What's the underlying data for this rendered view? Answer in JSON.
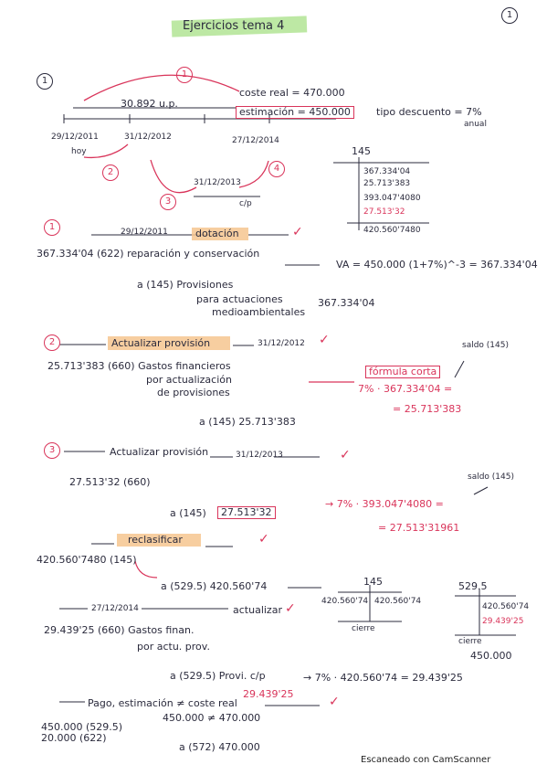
{
  "page_number": "1",
  "title": "Ejercicios tema 4",
  "section1": {
    "num": "1",
    "arrow_num": "1",
    "span_label": "30.892 u.p.",
    "coste_real": "coste real = 470.000",
    "estimacion": "estimación = 450.000",
    "tipo_descuento": "tipo descuento = 7%",
    "tipo_anual": "anual",
    "date1": "29/12/2011",
    "date1_sub": "hoy",
    "date2": "31/12/2012",
    "date3": "27/12/2014",
    "date4": "31/12/2013",
    "cp_label": "c/p",
    "step2": "2",
    "step3": "3",
    "step4": "4",
    "ledger_label": "145",
    "ledger_rows": [
      "367.334'04",
      "25.713'383",
      "393.047'4080",
      "27.513'32",
      "420.560'7480"
    ]
  },
  "entry1": {
    "num": "1",
    "date": "29/12/2011",
    "label": "dotación",
    "line1": "367.334'04 (622) reparación y conservación",
    "va": "VA = 450.000 (1+7%)^-3 = 367.334'04",
    "line2": "a (145) Provisiones",
    "line3": "para actuaciones",
    "line4": "medioambientales",
    "amount": "367.334'04"
  },
  "entry2": {
    "num": "2",
    "label": "Actualizar provisión",
    "date": "31/12/2012",
    "line1": "25.713'383 (660) Gastos financieros",
    "line2": "por actualización",
    "line3": "de provisiones",
    "line4": "a (145) 25.713'383",
    "formula_label": "fórmula corta",
    "saldo": "saldo (145)",
    "calc1": "7% · 367.334'04 =",
    "calc2": "= 25.713'383"
  },
  "entry3": {
    "num": "3",
    "label": "Actualizar provisión",
    "date": "31/12/2013",
    "line1": "27.513'32 (660)",
    "line2": "a (145)",
    "boxed": "27.513'32",
    "saldo": "saldo (145)",
    "calc1": "→ 7% · 393.047'4080 =",
    "calc2": "= 27.513'31961"
  },
  "reclasificar": {
    "label": "reclasificar",
    "line1": "420.560'7480 (145)",
    "line2": "a (529.5) 420.560'74",
    "t1_label": "145",
    "t1_left": "420.560'74",
    "t1_right": "420.560'74",
    "t1_sub": "cierre",
    "t2_label": "529.5",
    "t2_right1": "420.560'74",
    "t2_right2": "29.439'25",
    "t2_sub": "cierre",
    "t2_total": "450.000"
  },
  "entry4": {
    "date": "27/12/2014",
    "label": "actualizar",
    "line1": "29.439'25 (660) Gastos finan.",
    "line2": "por actu. prov.",
    "line3": "a (529.5) Provi. c/p",
    "calc": "→ 7% · 420.560'74 = 29.439'25",
    "calc_sub": "29.439'25"
  },
  "pago": {
    "label": "Pago, estimación ≠ coste real",
    "ineq": "450.000 ≠ 470.000",
    "line1": "450.000 (529.5)",
    "line2": "20.000 (622)",
    "line3": "a (572) 470.000"
  },
  "footer": "Escaneado con CamScanner"
}
